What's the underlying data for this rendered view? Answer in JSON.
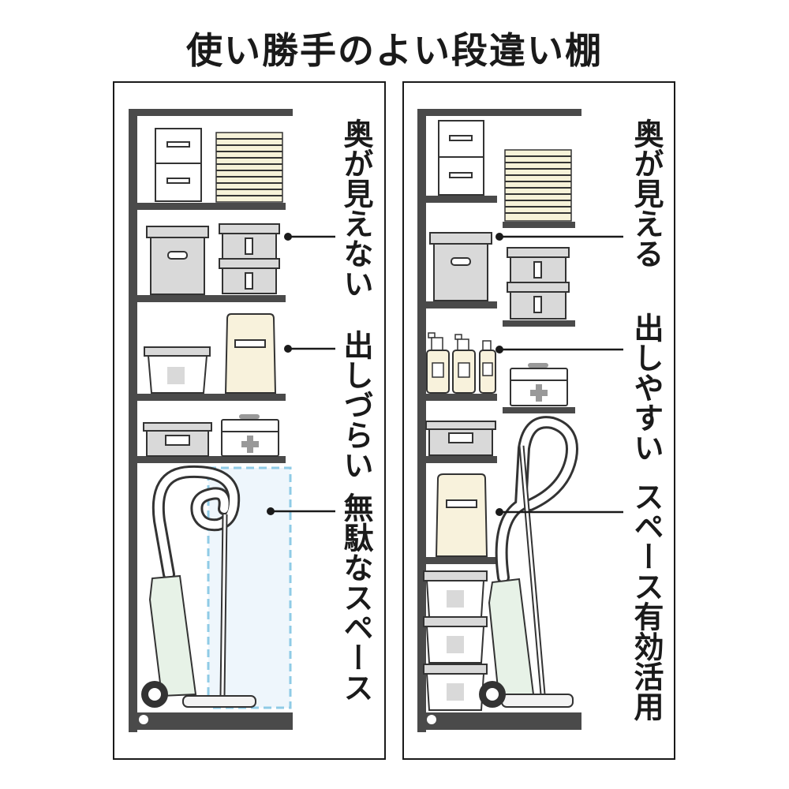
{
  "title": "使い勝手のよい段違い棚",
  "left_panel": {
    "labels": [
      {
        "text": "奥が見えない"
      },
      {
        "text": "出しづらい"
      },
      {
        "text": "無駄なスペース"
      }
    ]
  },
  "right_panel": {
    "labels": [
      {
        "text": "奥が見える"
      },
      {
        "text": "出しやすい"
      },
      {
        "text": "スペース有効活用"
      }
    ]
  },
  "colors": {
    "shelf": "#4a4a4a",
    "box": "#d9d9d9",
    "cream": "#f8f2dc",
    "mint": "#e7f2e7",
    "dash": "#8fcbe6",
    "dash_fill": "#eef6fc"
  }
}
